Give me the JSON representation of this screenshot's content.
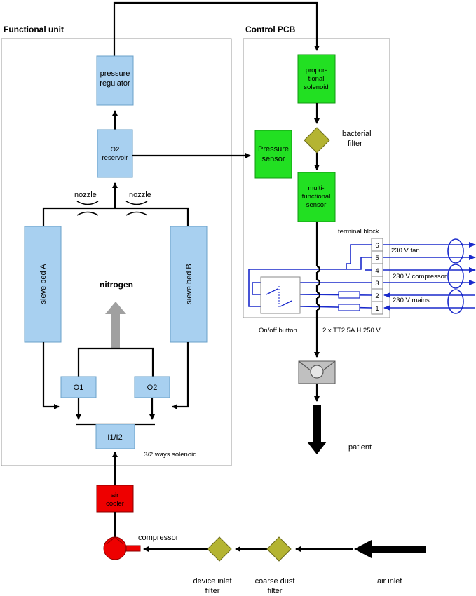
{
  "sections": {
    "functional_unit": "Functional unit",
    "control_pcb": "Control PCB"
  },
  "components": {
    "pressure_regulator": [
      "pressure",
      "regulator"
    ],
    "o2_reservoir": [
      "O2",
      "reservoir"
    ],
    "nozzle_left": "nozzle",
    "nozzle_right": "nozzle",
    "sieve_bed_a": "sieve bed A",
    "sieve_bed_b": "sieve bed B",
    "nitrogen": "nitrogen",
    "o1": "O1",
    "o2": "O2",
    "i1i2": "I1/I2",
    "solenoid_label": "3/2 ways solenoid",
    "air_cooler": [
      "air",
      "cooler"
    ],
    "compressor": "compressor",
    "device_inlet_filter": [
      "device inlet",
      "filter"
    ],
    "coarse_dust_filter": [
      "coarse dust",
      "filter"
    ],
    "air_inlet": "air inlet",
    "proportional_solenoid": [
      "propor-",
      "tional",
      "solenoid"
    ],
    "bacterial_filter": [
      "bacterial",
      "filter"
    ],
    "pressure_sensor": [
      "Pressure",
      "sensor"
    ],
    "multifunctional_sensor": [
      "multi-",
      "functional",
      "sensor"
    ],
    "terminal_block": "terminal block",
    "terminals": [
      "6",
      "5",
      "4",
      "3",
      "2",
      "1"
    ],
    "fan": "230 V fan",
    "compressor_line": "230 V compressor",
    "mains": "230 V mains",
    "onoff": "On/off button",
    "fuses": "2 x TT2.5A H 250 V",
    "patient": "patient"
  },
  "colors": {
    "blue_block": "#a8d0f0",
    "green_block": "#22e022",
    "red_block": "#ee0000",
    "filter": "#b4b432",
    "wire": "#1a2acc"
  }
}
